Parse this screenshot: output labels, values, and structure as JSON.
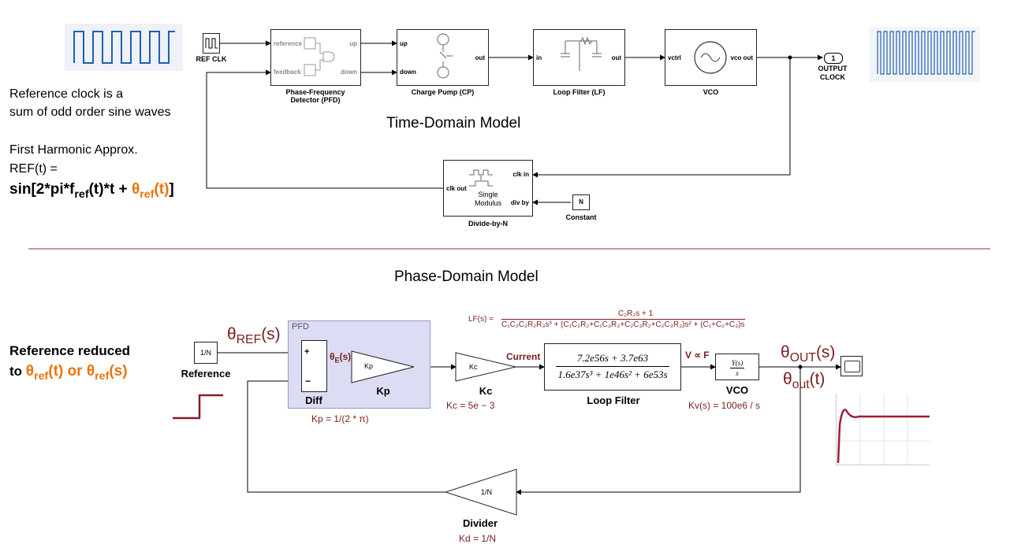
{
  "time_domain": {
    "title": "Time-Domain Model",
    "ref_clk_label": "REF CLK",
    "pfd": {
      "label": "Phase-Frequency Detector (PFD)",
      "port_reference": "reference",
      "port_feedback": "feedback",
      "port_up": "up",
      "port_down": "down"
    },
    "cp": {
      "label": "Charge Pump (CP)",
      "port_up": "up",
      "port_down": "down",
      "port_out": "out"
    },
    "lf": {
      "label": "Loop Filter (LF)",
      "port_in": "in",
      "port_out": "out"
    },
    "vco": {
      "label": "VCO",
      "port_in": "vctrl",
      "port_out": "vco out"
    },
    "output": {
      "port_number": "1",
      "label": "OUTPUT CLOCK"
    },
    "divider": {
      "label": "Divide-by-N",
      "port_clk_in": "clk in",
      "port_clk_out": "clk out",
      "port_div_by": "div by",
      "inner_text": "Single Modulus"
    },
    "constant": {
      "value": "N",
      "label": "Constant"
    }
  },
  "notes": {
    "line1": "Reference clock is a",
    "line2": "sum of odd order sine waves",
    "line3": "First Harmonic Approx.",
    "line4": "REF(t) =",
    "eq_part1": "sin[2*pi*f",
    "eq_sub1": "ref",
    "eq_part2": "(t)*t + ",
    "eq_theta": "θ",
    "eq_sub2": "ref",
    "eq_part3": "(t)",
    "eq_end": "]"
  },
  "phase_domain": {
    "title": "Phase-Domain Model",
    "reduced_line1": "Reference reduced",
    "reduced_to": "to ",
    "reduced_theta1": "θ",
    "reduced_sub1": "ref",
    "reduced_t": "(t) or ",
    "reduced_theta2": "θ",
    "reduced_sub2": "ref",
    "reduced_s": "(s)",
    "reference": {
      "value": "1/N",
      "label": "Reference"
    },
    "theta_ref": "θ",
    "theta_ref_sub": "REF",
    "theta_ref_arg": "(s)",
    "pfd_group_label": "PFD",
    "diff_label": "Diff",
    "theta_e": "θ",
    "theta_e_sub": "E",
    "theta_e_arg": "(s)",
    "kp_block_text": "Kp",
    "kp_label": "Kp",
    "kp_eq": "Kp = 1/(2 * π)",
    "kc_block_text": "Kc",
    "kc_label": "Kc",
    "kc_eq": "Kc = 5e − 3",
    "current_label": "Current",
    "lf_eq_prefix": "LF(s) =",
    "lf_eq_num": "C₂R₂s + 1",
    "lf_eq_den": "C₁C₂C₃R₂R₃s³ + (C₁C₂R₂+C₁C₃R₃+C₂C₃R₂+C₂C₃R₃)s² + (C₁+C₂+C₃)s",
    "lf_block_num": "7.2e56s + 3.7e63",
    "lf_block_den": "1.6e37s³ + 1e46s² + 6e53s",
    "lf_label": "Loop Filter",
    "v_prop_f": "V ∝ F",
    "vco_block_num": "Y(s)",
    "vco_block_den": "s",
    "vco_label": "VCO",
    "kv_eq": "Kv(s) = 100e6 / s",
    "theta_out": "θ",
    "theta_out_sub": "OUT",
    "theta_out_arg": "(s)",
    "theta_out_t": "θ",
    "theta_out_t_sub": "out",
    "theta_out_t_arg": "(t)",
    "divider_block_text": "1/N",
    "divider_label": "Divider",
    "kd_eq": "Kd = 1/N"
  },
  "colors": {
    "maroon": "#7a1f1f",
    "orange": "#e8740c",
    "pfd_shade": "#dcdcf4",
    "wave_blue": "#1f5fb4",
    "separator": "#a02828"
  }
}
